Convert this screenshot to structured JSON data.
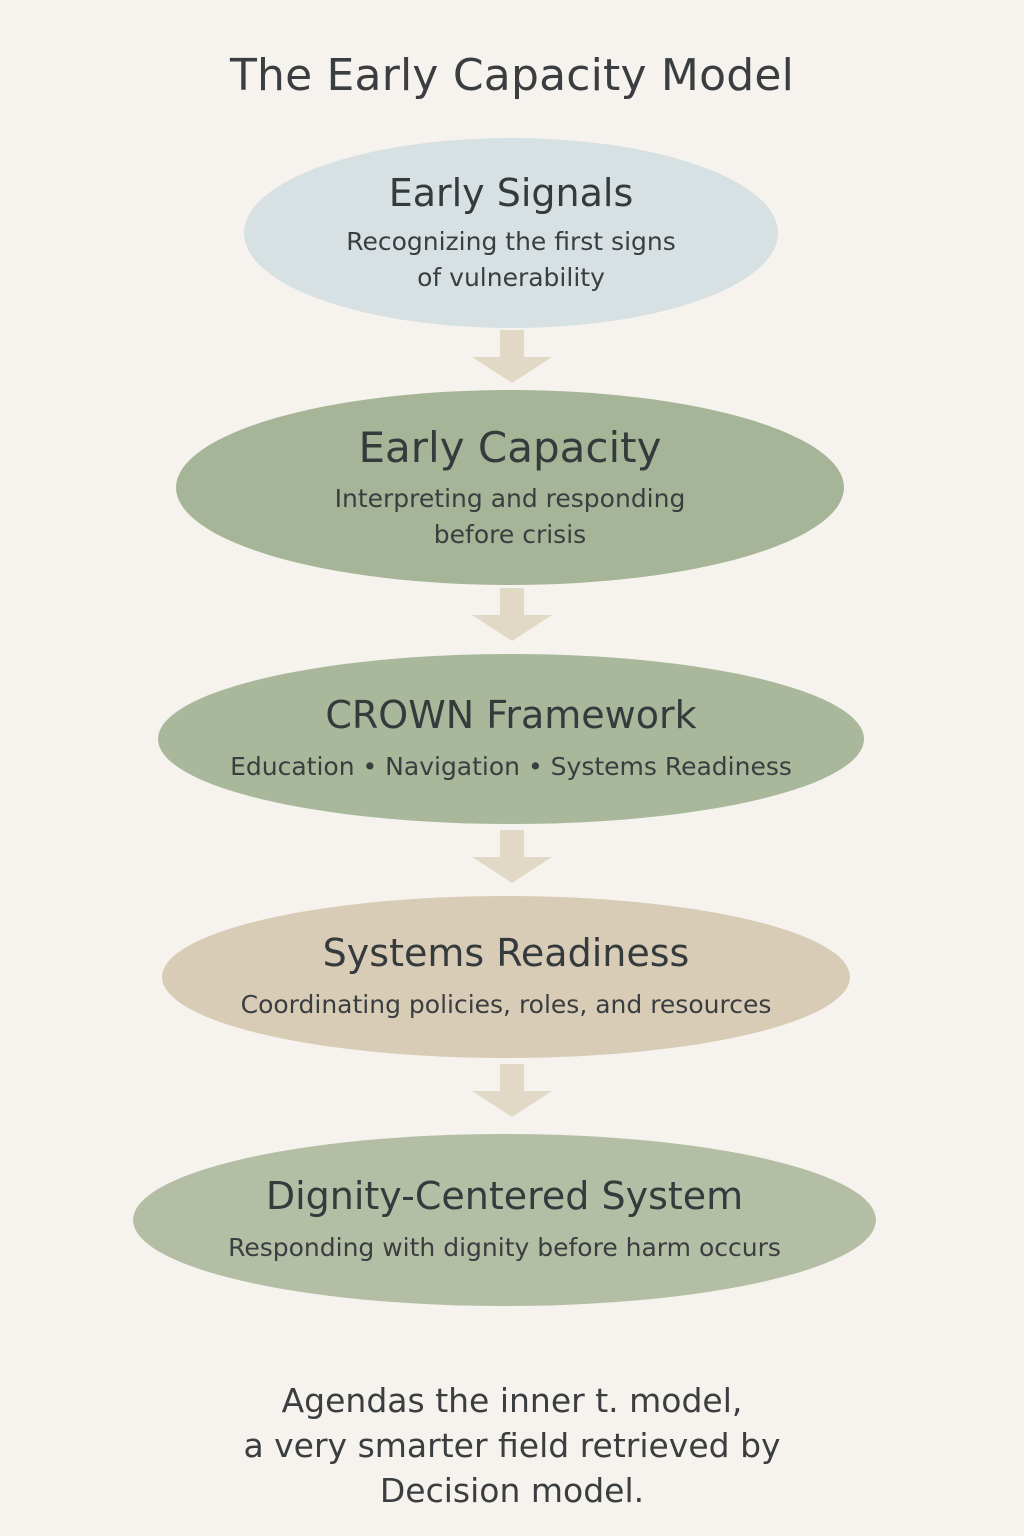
{
  "title": "The Early Capacity Model",
  "stages": [
    {
      "heading": "Early Signals",
      "description": "Recognizing the first signs\nof vulnerability",
      "color": "#d7e0e2"
    },
    {
      "heading": "Early Capacity",
      "description": "Interpreting and responding\nbefore crisis",
      "color": "#a6b597"
    },
    {
      "heading": "CROWN Framework",
      "description": "Education • Navigation • Systems Readiness",
      "color": "#a9b79b"
    },
    {
      "heading": "Systems Readiness",
      "description": "Coordinating policies, roles, and resources",
      "color": "#d9ccb6"
    },
    {
      "heading": "Dignity-Centered System",
      "description": "Responding with dignity before harm occurs",
      "color": "#b3bea5"
    }
  ],
  "arrow_color": "#e2d8c6",
  "caption": {
    "lines": [
      "Agendas the inner t. model,",
      "a very smarter field retrieved by",
      "Decision model."
    ]
  }
}
